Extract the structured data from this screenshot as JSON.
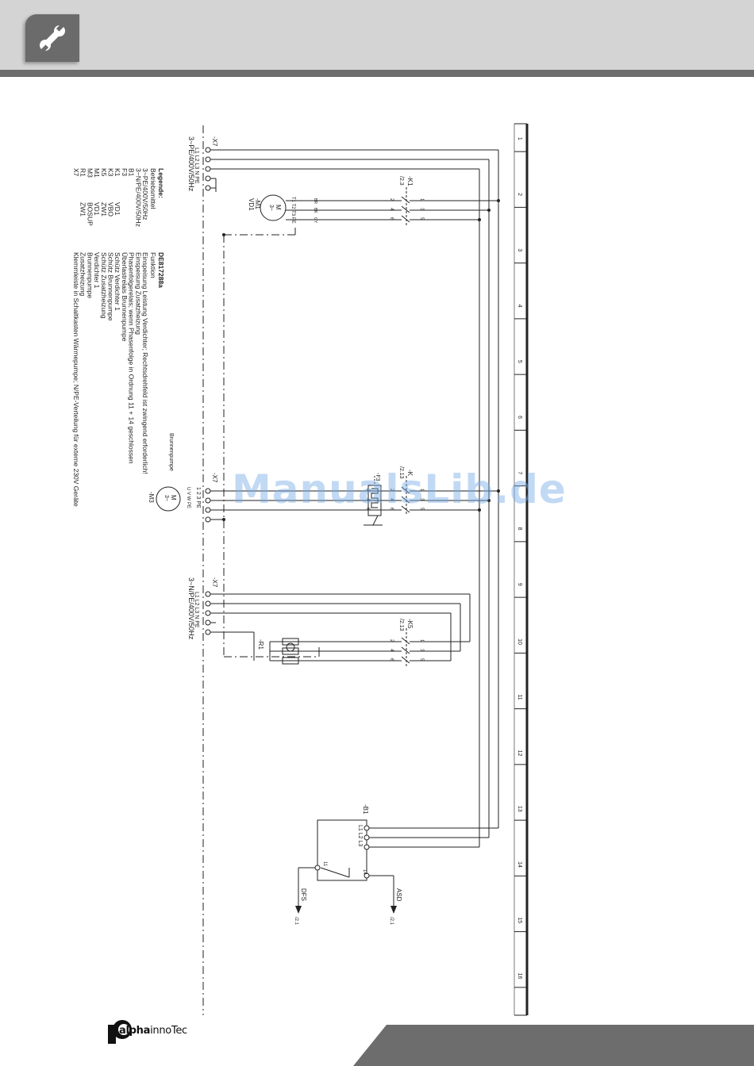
{
  "legend": {
    "heading": "Legende:",
    "col_equipment": "Betriebsmittel",
    "col_function": "Funktion",
    "doc_number": "DE817288a",
    "rows": [
      {
        "code": "3~PE/400V/50Hz",
        "tag": "",
        "func": "Einspeisung Leistung Verdichter; Rechtsdrehfeld ist zwingend erforderlich!"
      },
      {
        "code": "3~N/PE/400V/50Hz",
        "tag": "",
        "func": "Einspeisung Zusatzheizung"
      },
      {
        "code": "B1",
        "tag": "",
        "func": "Phasenfolgerelais; wenn Phasenfolge in Ordnung 11 + 14 geschlossen"
      },
      {
        "code": "F3",
        "tag": "",
        "func": "Überlastrelais Brunnenpumpe"
      },
      {
        "code": "K1",
        "tag": "VD1",
        "func": "Schütz Verdichter 1"
      },
      {
        "code": "K3",
        "tag": "VBO",
        "func": "Schütz Brunnenpumpe"
      },
      {
        "code": "K5",
        "tag": "ZW1",
        "func": "Schütz Zusatzheizung"
      },
      {
        "code": "M1",
        "tag": "VD1",
        "func": "Verdichter 1"
      },
      {
        "code": "M3",
        "tag": "BOSUP",
        "func": "Brunnenpumpe"
      },
      {
        "code": "R1",
        "tag": "ZW1",
        "func": "Zusatzheizung"
      },
      {
        "code": "X7",
        "tag": "",
        "func": "Klemmleiste in Schaltkasten Wärmepumpe; N/PE-Verteilung für externe 230V Geräte"
      }
    ]
  },
  "schematic": {
    "x7_label": "-X7",
    "feed1_label": "3~PE/400V/50Hz",
    "feed1_terminals": "L1 L2 L3 N PE",
    "k1": {
      "label": "-K1",
      "ref": "/2.3",
      "pins_top": [
        "2",
        "4",
        "6"
      ],
      "pins_bottom": [
        "1",
        "3",
        "5"
      ]
    },
    "m1": {
      "label": "-M1",
      "tag": "VD1",
      "symbol": "M",
      "phase": "3~",
      "terminals": "T1 T2 T3 PE",
      "wires": [
        "BR",
        "BK",
        "GY"
      ]
    },
    "k3": {
      "label": "-K",
      "ref": "/2.13",
      "pins_top": [
        "2",
        "4",
        "6"
      ],
      "pins_bottom": [
        "1",
        "3",
        "5"
      ]
    },
    "f3": {
      "label": "-F3",
      "pins": [
        "2",
        "4",
        "6"
      ]
    },
    "m3": {
      "label": "-M3",
      "title": "Brunnenpumpe",
      "symbol": "M",
      "phase": "3~",
      "terminals": "1 2 3 PE",
      "uvw": "U V W PE"
    },
    "feed2_label": "3~N/PE/400V/50Hz",
    "feed2_terminals": "L1 L2 L3 N PE",
    "k5": {
      "label": "-K5",
      "ref": "/2.13",
      "pins_top": [
        "2",
        "4",
        "6"
      ],
      "pins_bottom": [
        "1",
        "3",
        "5"
      ]
    },
    "r1": {
      "label": "-R1"
    },
    "b1": {
      "label": "-B1",
      "terminals": "L1 L2 L3",
      "contact_pins": [
        "11",
        "14"
      ]
    },
    "asd": {
      "label": "ASD",
      "ref": "/2.1"
    },
    "dfs": {
      "label": "DFS",
      "ref": "/2.1"
    }
  },
  "grid_numbers": [
    "1",
    "2",
    "3",
    "4",
    "5",
    "6",
    "7",
    "8",
    "9",
    "10",
    "11",
    "12",
    "13",
    "14",
    "15",
    "16"
  ],
  "watermark": "ManualsLib.de",
  "brand": {
    "name_a": "alpha",
    "name_b": "innoTec"
  },
  "colors": {
    "header": "#d4d4d4",
    "band": "#6d6d6d",
    "badge": "#6b6b6b",
    "ink": "#222222",
    "watermark": "#78aae6"
  },
  "icons": [
    "wrench-icon"
  ]
}
